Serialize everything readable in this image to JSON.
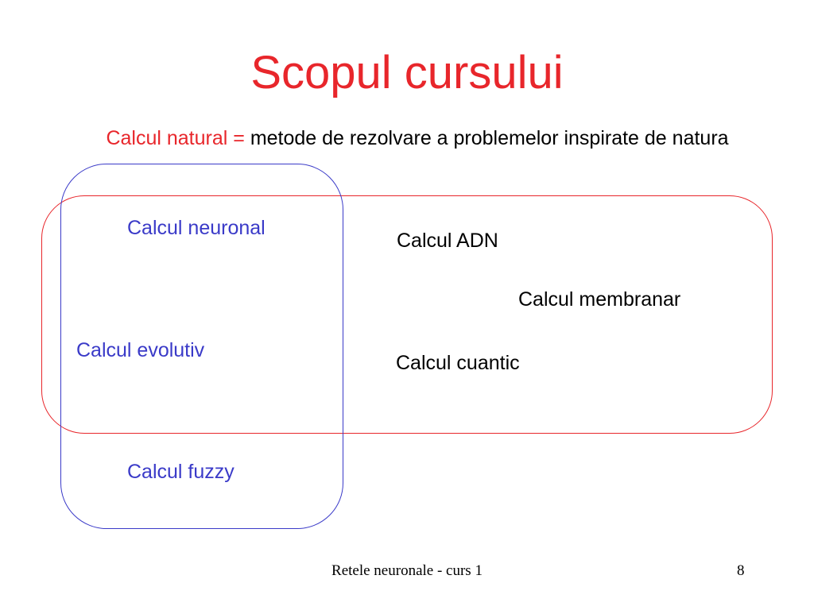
{
  "slide": {
    "title": "Scopul cursului",
    "definition": {
      "term": "Calcul natural =",
      "description": "metode de rezolvare a problemelor inspirate de natura"
    },
    "soft_computing_items": [
      "Calcul neuronal",
      "Calcul evolutiv",
      "Calcul fuzzy"
    ],
    "natural_computing_items": [
      "Calcul ADN",
      "Calcul membranar",
      "Calcul cuantic"
    ],
    "footer": {
      "text": "Retele neuronale - curs 1",
      "page_number": "8"
    }
  },
  "colors": {
    "title": "#e8262b",
    "term": "#e8262b",
    "blue_items": "#3a3ac8",
    "black_items": "#000000",
    "red_frame": "#e8262b",
    "blue_frame": "#3a3ac8"
  }
}
